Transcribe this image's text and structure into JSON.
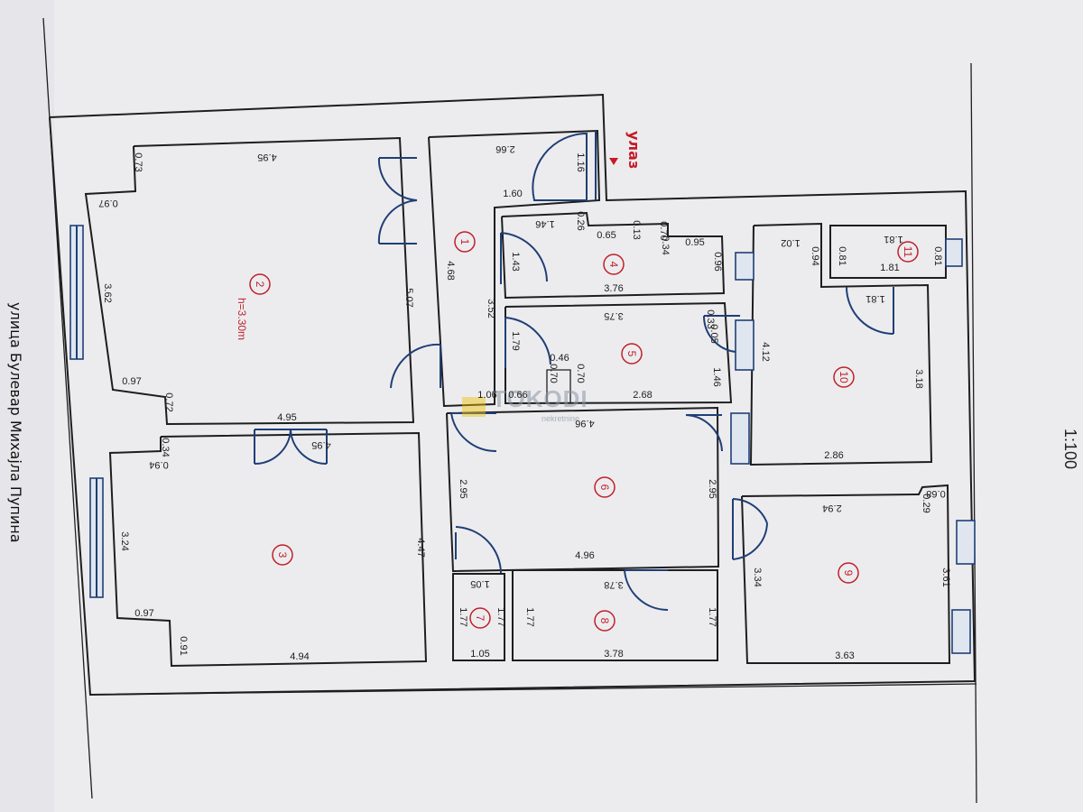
{
  "street_label": "улица Булевар Михајла Пупина",
  "entrance_label": "улаз",
  "scale_label": "1:100",
  "watermark": {
    "brand": "TOKODI",
    "sub": "nekretnine"
  },
  "rooms": [
    {
      "num": "1"
    },
    {
      "num": "2",
      "note": "h=3.30m"
    },
    {
      "num": "3"
    },
    {
      "num": "4"
    },
    {
      "num": "5"
    },
    {
      "num": "6"
    },
    {
      "num": "7"
    },
    {
      "num": "8"
    },
    {
      "num": "9"
    },
    {
      "num": "10"
    },
    {
      "num": "11"
    }
  ],
  "dimensions": [
    "2.66",
    "1.16",
    "1.60",
    "4.68",
    "3.52",
    "1.43",
    "1.46",
    "0.26",
    "0.65",
    "0.13",
    "0.70",
    "0.34",
    "0.95",
    "0.96",
    "3.76",
    "3.75",
    "1.79",
    "0.46",
    "0.70",
    "0.70",
    "0.33",
    "0.05",
    "1.46",
    "1.06",
    "0.66",
    "2.68",
    "4.95",
    "0.73",
    "0.97",
    "3.62",
    "0.97",
    "0.72",
    "5.07",
    "4.95",
    "4.95",
    "0.34",
    "0.94",
    "3.24",
    "0.97",
    "0.91",
    "4.94",
    "4.47",
    "4.96",
    "2.95",
    "2.95",
    "4.96",
    "1.05",
    "1.77",
    "1.77",
    "1.05",
    "3.78",
    "1.77",
    "1.77",
    "3.78",
    "1.02",
    "0.94",
    "4.12",
    "1.81",
    "3.18",
    "2.86",
    "1.81",
    "0.81",
    "0.81",
    "1.81",
    "2.94",
    "0.68",
    "0.29",
    "3.34",
    "3.61",
    "3.63"
  ]
}
